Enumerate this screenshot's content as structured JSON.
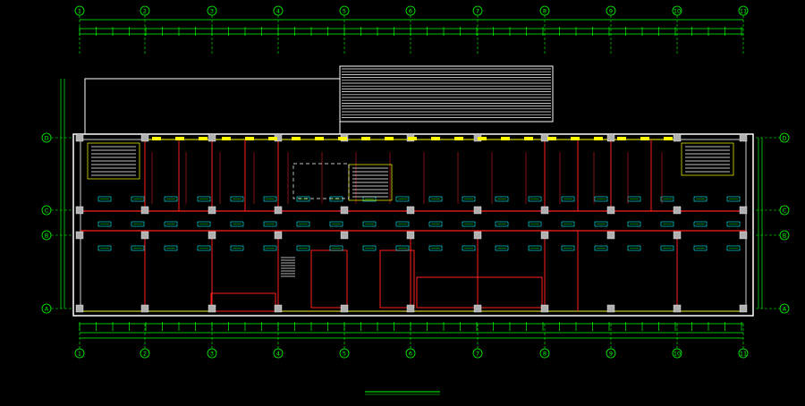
{
  "drawing": {
    "title": "",
    "bg_color": "#000000",
    "colors": {
      "grid": "#00ff00",
      "wall": "#ffffff",
      "partition": "#ff2020",
      "window": "#ffff00",
      "annotation": "#00ff00",
      "column": "#b0b0b0",
      "stair": "#ffffff"
    }
  },
  "axes": {
    "numbered": [
      "1",
      "2",
      "3",
      "4",
      "5",
      "6",
      "7",
      "8",
      "9",
      "10",
      "11"
    ],
    "lettered": [
      "D",
      "C",
      "B",
      "A"
    ]
  }
}
